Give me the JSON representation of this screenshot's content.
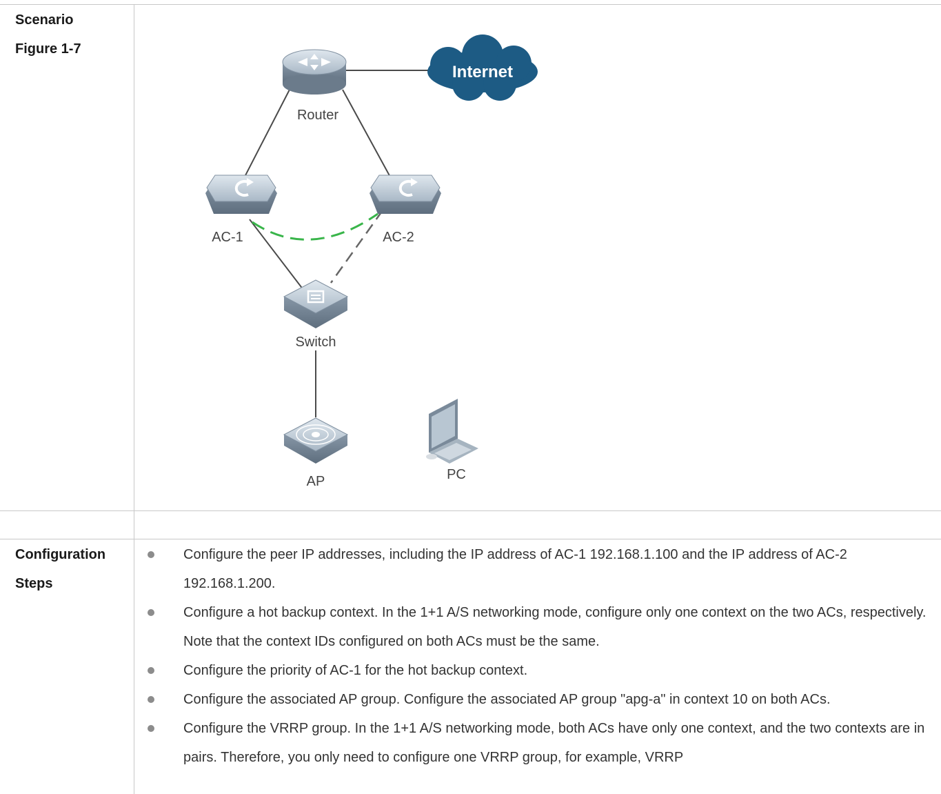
{
  "table": {
    "row1": {
      "label_scenario": "Scenario",
      "label_figure": "Figure 1-7"
    },
    "row3": {
      "label_line1": "Configuration",
      "label_line2": "Steps"
    }
  },
  "diagram": {
    "router_label": "Router",
    "internet_label": "Internet",
    "ac1_label": "AC-1",
    "ac2_label": "AC-2",
    "switch_label": "Switch",
    "ap_label": "AP",
    "pc_label": "PC",
    "colors": {
      "device_blue": "#8fa3b5",
      "hot_backup_link": "#39b54a",
      "cloud": "#1d5b84"
    }
  },
  "steps": [
    "Configure the peer IP addresses, including the IP address of AC-1 192.168.1.100 and the IP address of AC-2 192.168.1.200.",
    "Configure a hot backup context. In the 1+1 A/S networking mode, configure only one context on the two ACs, respectively. Note that the context IDs configured on both ACs must be the same.",
    "Configure the priority of AC-1 for the hot backup context.",
    "Configure the associated AP group. Configure the associated AP group \"apg-a\" in context 10 on both ACs.",
    "Configure the VRRP group. In the 1+1 A/S networking mode, both ACs have only one context, and the two contexts are in pairs. Therefore, you only need to configure one VRRP group, for example, VRRP"
  ]
}
